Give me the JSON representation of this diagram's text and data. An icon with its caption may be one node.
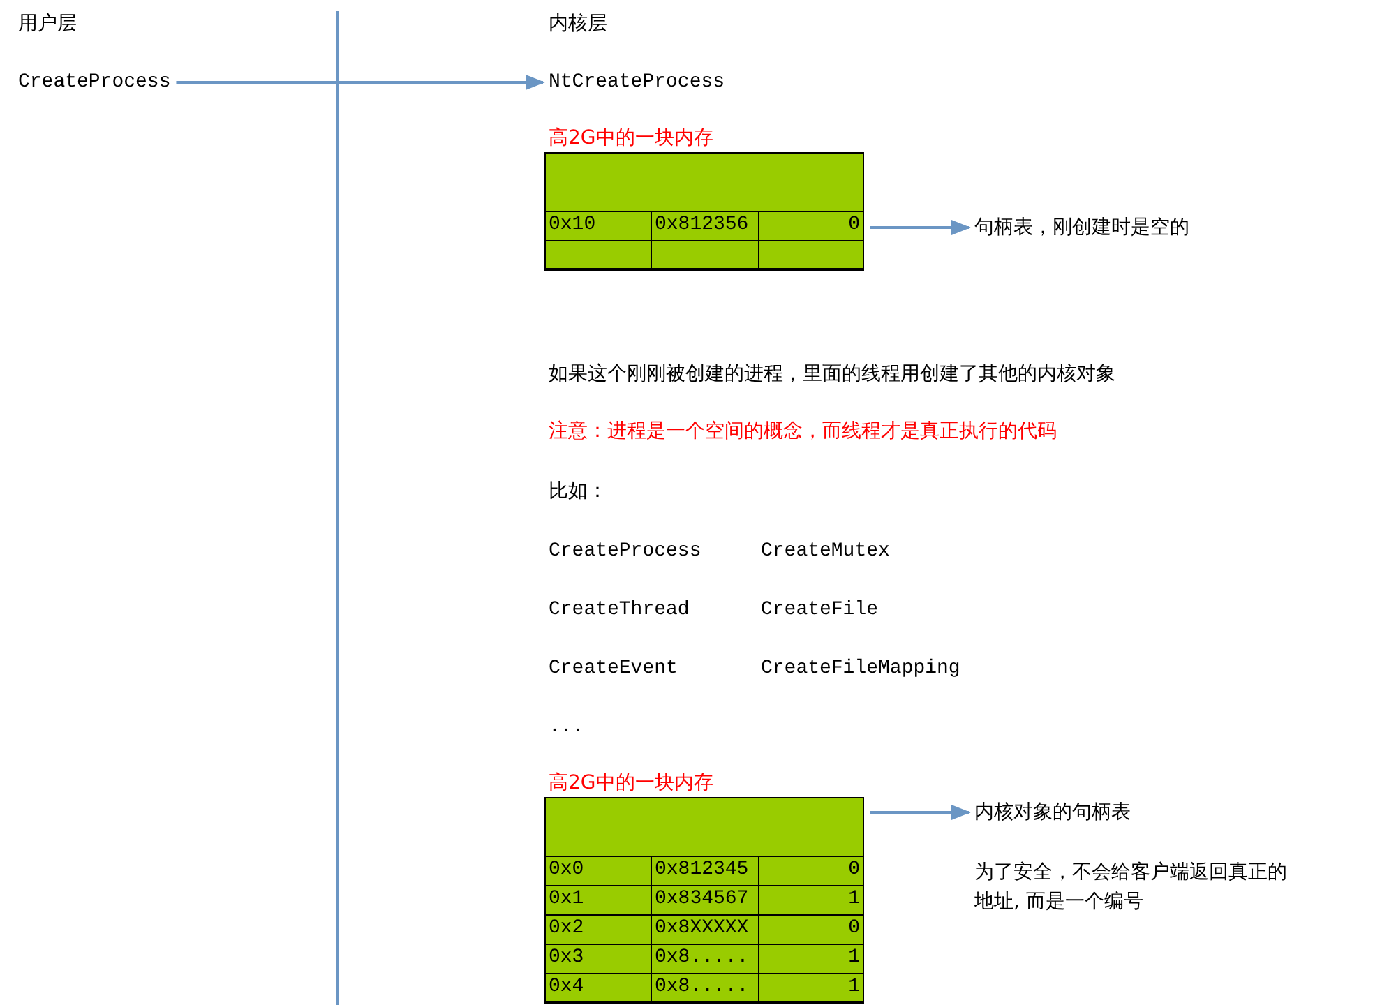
{
  "diagram": {
    "nodes": [
      {
        "text": [
          "CreateProcess"
        ]
      },
      {
        "text": [
          "NtCreateProcess"
        ]
      },
      {
        "text": [
          "高2G中的一块内存",
          "0x10",
          "0x812356",
          "0"
        ]
      },
      {
        "text": [
          "句柄表，刚创建时是空的"
        ]
      },
      {
        "text": [
          "高2G中的一块内存",
          "0x0",
          "0x812345",
          "0",
          "0x1",
          "0x834567",
          "1",
          "0x2",
          "0x8XXXXX",
          "0",
          "0x3",
          "0x8.....",
          "1",
          "0x4",
          "0x8.....",
          "1"
        ]
      },
      {
        "text": [
          "内核对象的句柄表"
        ]
      }
    ],
    "edges": [
      {
        "from": 0,
        "to": 1,
        "arrow": "to"
      },
      {
        "from": 2,
        "to": 3,
        "arrow": "to"
      },
      {
        "from": 4,
        "to": 5,
        "arrow": "to"
      }
    ],
    "labels": [
      "用户层",
      "内核层",
      "如果这个刚刚被创建的进程，里面的线程用创建了其他的内核对象",
      "注意：进程是一个空间的概念，而线程才是真正执行的代码",
      "比如：",
      "CreateProcess",
      "CreateMutex",
      "CreateThread",
      "CreateFile",
      "CreateEvent",
      "CreateFileMapping",
      "...",
      "为了安全，不会给客户端返回真正的地址, 而是一个编号"
    ]
  }
}
